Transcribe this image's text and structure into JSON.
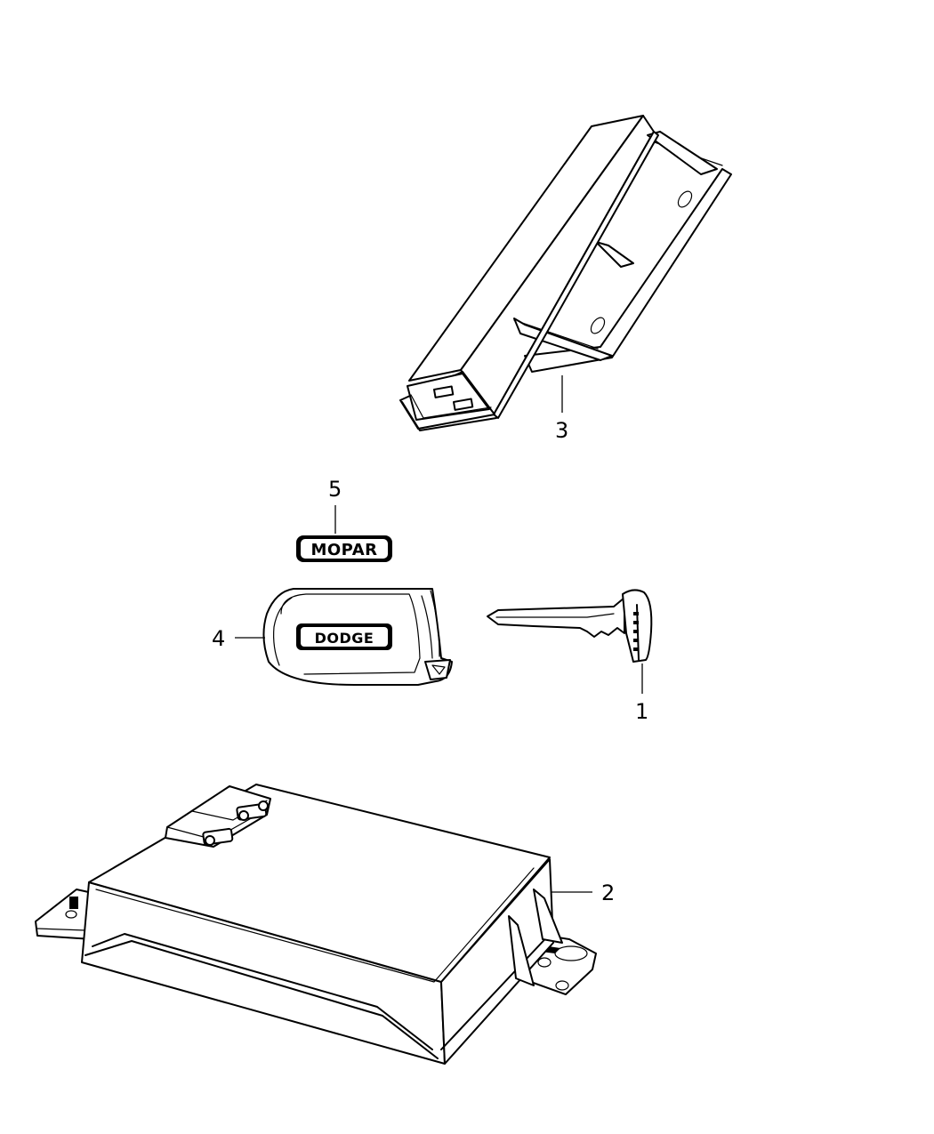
{
  "callouts": {
    "key_blade": "1",
    "control_module": "2",
    "receiver_module": "3",
    "key_fob": "4",
    "badge": "5"
  },
  "labels": {
    "badge_logo": "MOPAR",
    "fob_logo": "DODGE"
  },
  "colors": {
    "line": "#000000",
    "background": "#ffffff"
  }
}
